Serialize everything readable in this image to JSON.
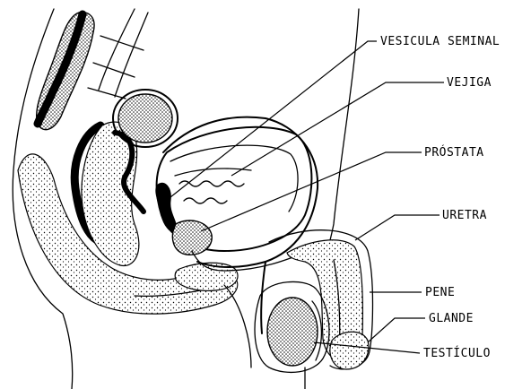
{
  "labels": [
    {
      "id": "vesicula",
      "text": "VESICULA SEMINAL"
    },
    {
      "id": "vejiga",
      "text": "VEJIGA"
    },
    {
      "id": "prostata",
      "text": "PRÓSTATA"
    },
    {
      "id": "uretra",
      "text": "URETRA"
    },
    {
      "id": "pene",
      "text": "PENE"
    },
    {
      "id": "glande",
      "text": "GLANDE"
    },
    {
      "id": "testiculo",
      "text": "TESTÍCULO"
    }
  ]
}
